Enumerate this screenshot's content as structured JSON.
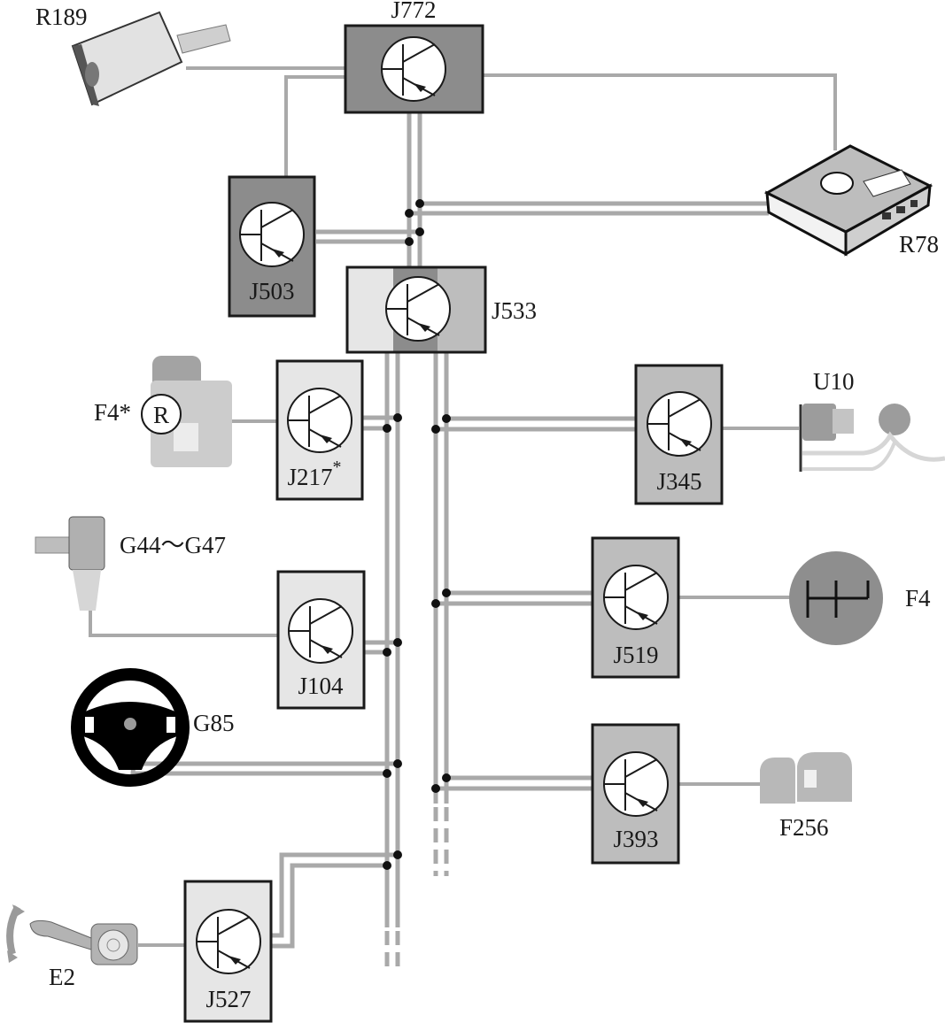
{
  "diagram": {
    "title": "",
    "colors": {
      "dark_module": "#8c8c8c",
      "mid_module": "#bdbdbd",
      "light_module": "#e6e6e6",
      "wire": "#a9a9a9",
      "node": "#111111"
    },
    "modules": [
      {
        "id": "J772",
        "label": "J772",
        "shade": "dark"
      },
      {
        "id": "J503",
        "label": "J503",
        "shade": "dark"
      },
      {
        "id": "J533",
        "label": "J533",
        "shade": "split"
      },
      {
        "id": "J217",
        "label": "J217",
        "suffix": "*",
        "shade": "light"
      },
      {
        "id": "J104",
        "label": "J104",
        "shade": "light"
      },
      {
        "id": "J527",
        "label": "J527",
        "shade": "light"
      },
      {
        "id": "J345",
        "label": "J345",
        "shade": "mid"
      },
      {
        "id": "J519",
        "label": "J519",
        "shade": "mid"
      },
      {
        "id": "J393",
        "label": "J393",
        "shade": "mid"
      }
    ],
    "components": [
      {
        "id": "R189",
        "label": "R189",
        "icon": "rear-camera-icon"
      },
      {
        "id": "R78",
        "label": "R78",
        "icon": "tv-tuner-box-icon"
      },
      {
        "id": "F4star",
        "label": "F4*",
        "badge": "R",
        "icon": "reverse-switch-icon"
      },
      {
        "id": "G44-G47",
        "label": "G44～G47",
        "icon": "wheel-speed-sensor-icon"
      },
      {
        "id": "G85",
        "label": "G85",
        "icon": "steering-wheel-icon"
      },
      {
        "id": "E2",
        "label": "E2",
        "icon": "turn-signal-lever-icon"
      },
      {
        "id": "U10",
        "label": "U10",
        "icon": "trailer-socket-icon"
      },
      {
        "id": "F4",
        "label": "F4",
        "icon": "gear-shift-pattern-icon"
      },
      {
        "id": "F256",
        "label": "F256",
        "icon": "lock-unit-icon"
      }
    ]
  }
}
